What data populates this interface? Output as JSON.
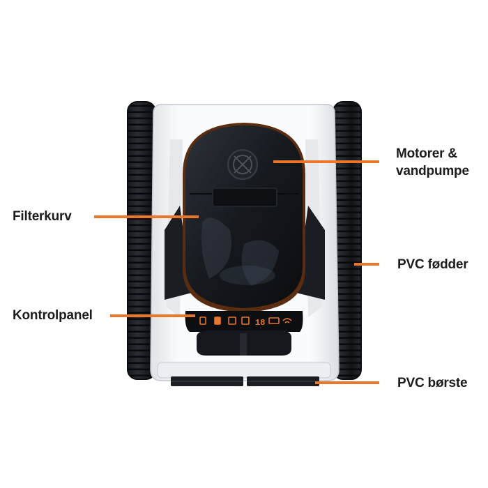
{
  "accent_color": "#e8762b",
  "product": {
    "body_color": "#f4f5f6",
    "track_color": "#1f2226",
    "cover_color": "#14181d",
    "panel_led_color": "#e8762b"
  },
  "callouts": [
    {
      "id": "motor",
      "text": "Motorer &\nvandpumpe"
    },
    {
      "id": "filter",
      "text": "Filterkurv"
    },
    {
      "id": "feet",
      "text": "PVC fødder"
    },
    {
      "id": "panel",
      "text": "Kontrolpanel"
    },
    {
      "id": "brush",
      "text": "PVC børste"
    }
  ],
  "control_panel": {
    "display_digits": "18",
    "icons": [
      "power-icon",
      "mode-icon",
      "floor-icon",
      "wall-icon",
      "digit-display",
      "battery-icon",
      "wifi-icon"
    ]
  }
}
